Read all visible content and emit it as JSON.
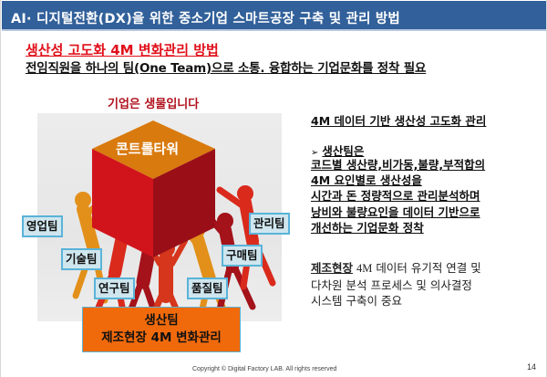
{
  "slide": {
    "title": "AI· 디지털전환(DX)을 위한 중소기업 스마트공장 구축 및 관리 방법",
    "heading": "생산성 고도화 4M 변화관리 방법",
    "subheading": "전임직원을 하나의 팀(One Team)으로 소통. 융합하는 기업문화를 정착 필요",
    "colors": {
      "title_bar": "#31609a",
      "heading": "#e0101a",
      "caption": "#b0121d",
      "cube_top": "#d97a0e",
      "cube_left": "#d1141c",
      "cube_right": "#9a0f17",
      "tag_fill": "#cfe6ef",
      "tag_border": "#5ab3d8",
      "production_box": "#f06a0c"
    }
  },
  "illustration": {
    "caption": "기업은 생물입니다",
    "cube_label": "콘트롤타워",
    "team_tags": [
      {
        "label": "영업팀"
      },
      {
        "label": "기술팀"
      },
      {
        "label": "연구팀"
      },
      {
        "label": "품질팀"
      },
      {
        "label": "구매팀"
      },
      {
        "label": "관리팀"
      }
    ],
    "production_box": {
      "line1": "생산팀",
      "line2": "제조현장 4M 변화관리"
    }
  },
  "right_panel": {
    "title": "4M 데이터 기반 생산성 고도화 관리",
    "bullet_marker": "➢",
    "bullet": "생산팀은",
    "lines": [
      "코드별 생산량,비가동,불량,부적합의",
      "4M 요인별로 생산성을",
      "시간과 돈 정량적으로 관리분석하며",
      "낭비와 불량요인을 데이터 기반으로",
      "개선하는 기업문화 정착"
    ],
    "paragraph": {
      "emphasis": "제조현장",
      "line1_rest_prefix": "4M",
      "line1_rest": " 데이터 유기적 연결 및",
      "line2": "다차원 분석 프로세스 및 의사결정",
      "line3": "시스템 구축이 중요"
    }
  },
  "footer": {
    "copyright": "Copyright © Digital Factory LAB. All rights reserved",
    "page_number": "14"
  }
}
